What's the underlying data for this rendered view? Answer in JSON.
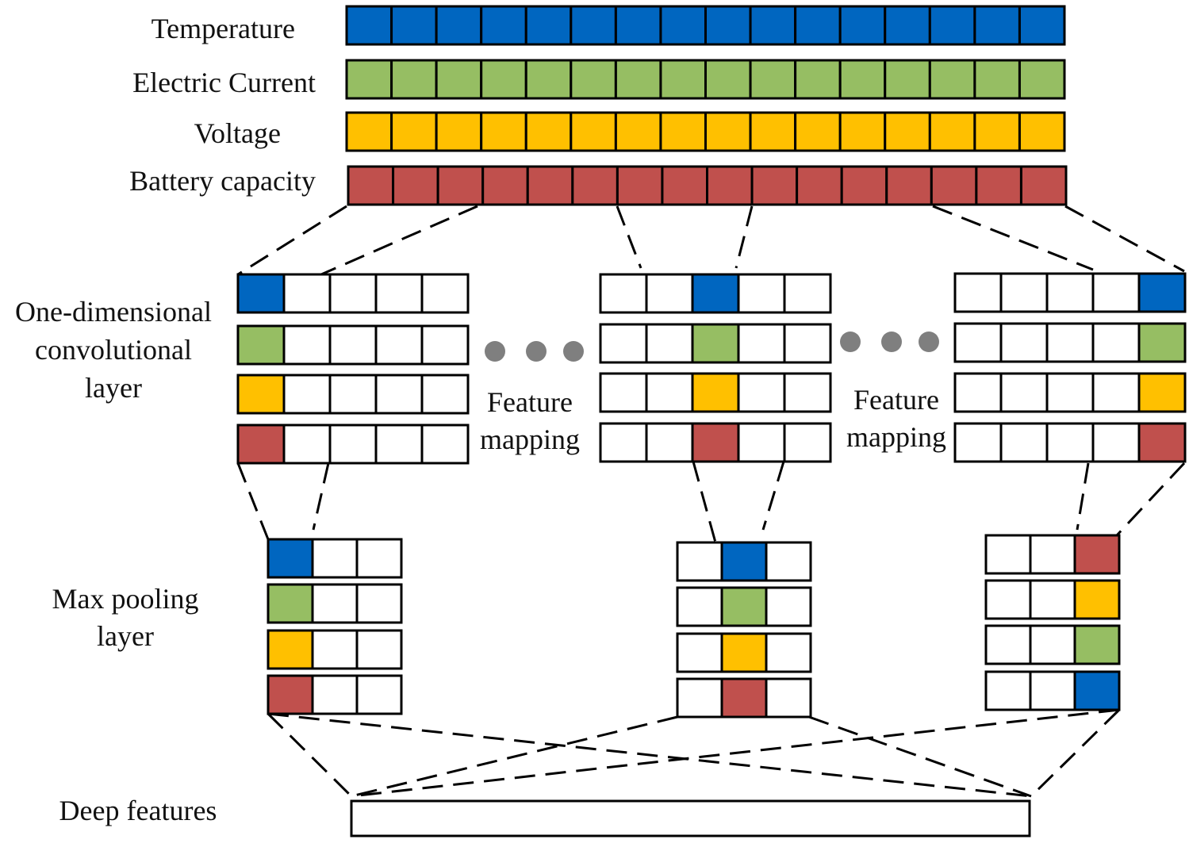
{
  "colors": {
    "temperature": "#0066C0",
    "electric_current": "#96BE63",
    "voltage": "#FFC000",
    "battery_capacity": "#C0504D",
    "cell_empty": "#FFFFFF",
    "stroke": "#000000",
    "dot": "#7F7F7F"
  },
  "input": {
    "cells_per_row": 16,
    "rows": [
      {
        "key": "temperature",
        "label": "Temperature"
      },
      {
        "key": "electric_current",
        "label": "Electric Current"
      },
      {
        "key": "voltage",
        "label": "Voltage"
      },
      {
        "key": "battery_capacity",
        "label": "Battery capacity"
      }
    ]
  },
  "conv": {
    "label_lines": [
      "One-dimensional",
      "convolutional",
      "layer"
    ],
    "cells_per_row": 5,
    "row_keys": [
      "temperature",
      "electric_current",
      "voltage",
      "battery_capacity"
    ],
    "groups": [
      {
        "highlight_index": 0
      },
      {
        "highlight_index": 2
      },
      {
        "highlight_index": 4
      }
    ],
    "feature_mapping_lines": [
      "Feature",
      "mapping"
    ]
  },
  "pool": {
    "label_lines": [
      "Max pooling",
      "layer"
    ],
    "cells_per_row": 3,
    "groups": [
      {
        "highlight_index": 0,
        "row_keys": [
          "temperature",
          "electric_current",
          "voltage",
          "battery_capacity"
        ]
      },
      {
        "highlight_index": 1,
        "row_keys": [
          "temperature",
          "electric_current",
          "voltage",
          "battery_capacity"
        ]
      },
      {
        "highlight_index": 2,
        "row_keys": [
          "battery_capacity",
          "voltage",
          "electric_current",
          "temperature"
        ]
      }
    ]
  },
  "output": {
    "label": "Deep features"
  }
}
